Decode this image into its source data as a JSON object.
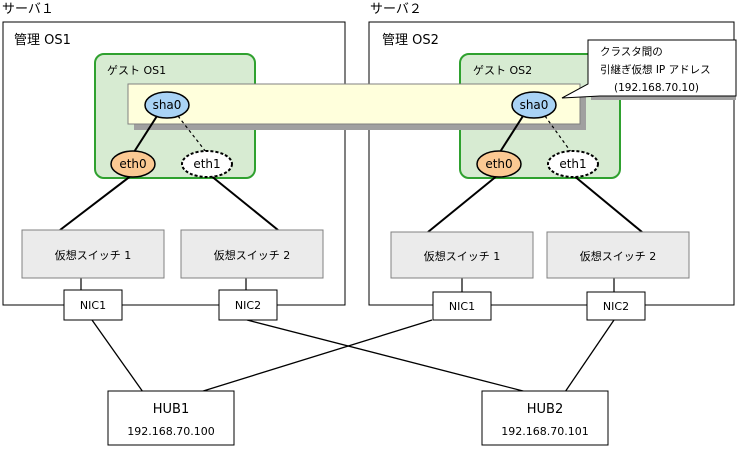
{
  "servers": [
    {
      "label": "サーバ１",
      "os_label": "管理 OS1",
      "guest_label": "ゲスト OS1",
      "sha": "sha0",
      "eth0": "eth0",
      "eth1": "eth1",
      "switches": [
        "仮想スイッチ 1",
        "仮想スイッチ 2"
      ],
      "nics": [
        "NIC1",
        "NIC2"
      ]
    },
    {
      "label": "サーバ２",
      "os_label": "管理 OS2",
      "guest_label": "ゲスト OS2",
      "sha": "sha0",
      "eth0": "eth0",
      "eth1": "eth1",
      "switches": [
        "仮想スイッチ 1",
        "仮想スイッチ 2"
      ],
      "nics": [
        "NIC1",
        "NIC2"
      ]
    }
  ],
  "callout": {
    "lines": [
      "クラスタ間の",
      "引継ぎ仮想 IP アドレス",
      "(192.168.70.10)"
    ]
  },
  "hubs": [
    {
      "name": "HUB1",
      "ip": "192.168.70.100"
    },
    {
      "name": "HUB2",
      "ip": "192.168.70.101"
    }
  ],
  "colors": {
    "guest_fill": "#d7ebd2",
    "guest_stroke": "#2fa12f",
    "band_fill": "#ffffdc",
    "sha_fill": "#a9d3f5",
    "eth0_fill": "#fbc993",
    "switch_fill": "#ebebeb",
    "shadow": "#a0a0a0"
  }
}
